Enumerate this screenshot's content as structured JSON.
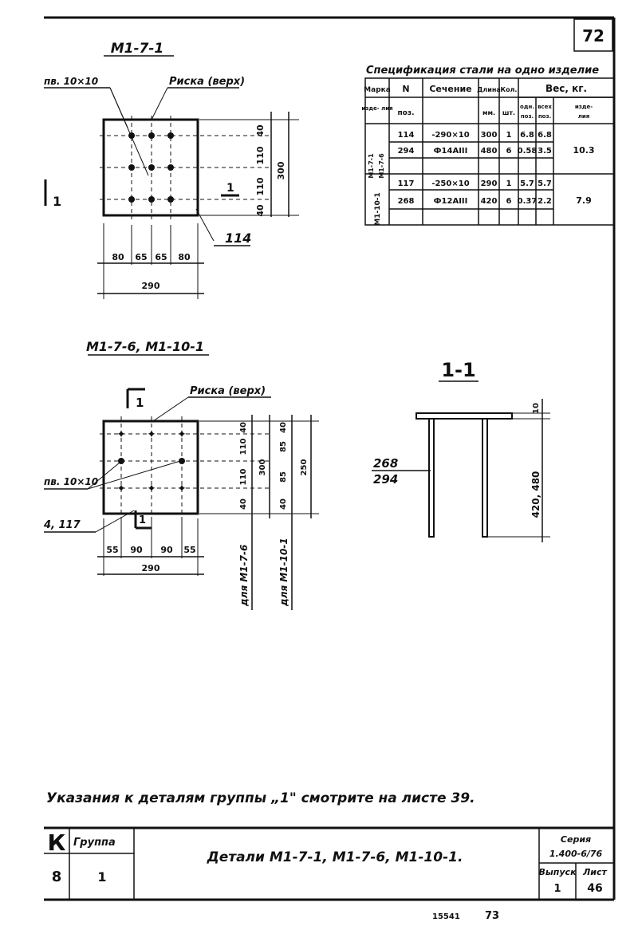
{
  "sheet_number": "72",
  "specification": {
    "title": "Спецификация стали на одно изделие",
    "headers": {
      "marka": "Марка",
      "izdeliya": "изде- лия",
      "n": "N",
      "poz": "поз.",
      "sechenie": "Сечение",
      "dlina": "Длина",
      "mm": "мм.",
      "kol": "Кол.",
      "sht": "шт.",
      "ves": "Вес, кг.",
      "odnoy": "одн.",
      "poz1": "поз.",
      "vseh": "всех",
      "poz2": "поз.",
      "izdel": "изде-",
      "izdel2": "лия"
    },
    "groups": [
      {
        "marks": [
          "М1-7-1",
          "М1-7-6"
        ],
        "rows": [
          {
            "poz": "114",
            "section": "-290×10",
            "length": "300",
            "qty": "1",
            "w_one": "6.8",
            "w_all": "6.8"
          },
          {
            "poz": "294",
            "section": "Ф14АIII",
            "length": "480",
            "qty": "6",
            "w_one": "0.58",
            "w_all": "3.5"
          }
        ],
        "total": "10.3"
      },
      {
        "marks": [
          "М1-10-1"
        ],
        "rows": [
          {
            "poz": "117",
            "section": "-250×10",
            "length": "290",
            "qty": "1",
            "w_one": "5.7",
            "w_all": "5.7"
          },
          {
            "poz": "268",
            "section": "Ф12АIII",
            "length": "420",
            "qty": "6",
            "w_one": "0.37",
            "w_all": "2.2"
          }
        ],
        "total": "7.9"
      }
    ]
  },
  "drawing1": {
    "title": "М1-7-1",
    "label_weld": "пв. 10×10",
    "label_mark": "Риска (верх)",
    "section_mark": "1",
    "pos_label": "114",
    "dims_bottom": [
      "80",
      "65",
      "65",
      "80"
    ],
    "dim_total": "290",
    "dims_right": [
      "40",
      "110",
      "110",
      "40"
    ],
    "dim_right_total": "300"
  },
  "drawing2": {
    "title": "М1-7-6, М1-10-1",
    "label_mark": "Риска (верх)",
    "label_weld": "пв. 10×10",
    "label_pos": "4, 117",
    "section_mark": "1",
    "dims_bottom": [
      "55",
      "90",
      "90",
      "55"
    ],
    "dim_total": "290",
    "dims_right_a": [
      "40",
      "110",
      "110",
      "40"
    ],
    "dim_right_a_total": "300",
    "dims_right_b": [
      "40",
      "85",
      "85",
      "40"
    ],
    "dim_right_b_total": "250",
    "note_a": "для М1-7-6",
    "note_b": "для М1-10-1"
  },
  "section": {
    "title": "1-1",
    "thickness": "10",
    "label_top": "268",
    "label_bottom": "294",
    "height": "420, 480"
  },
  "note": "Указания к деталям группы „1\" смотрите на листе 39.",
  "titleblock": {
    "k": "К",
    "gruppa_label": "Группа",
    "gruppa_value": "1",
    "k_value": "8",
    "title": "Детали М1-7-1, М1-7-6, М1-10-1.",
    "seriya_label": "Серия",
    "seriya_value": "1.400-6/76",
    "vypusk_label": "Выпуск",
    "vypusk_value": "1",
    "list_label": "Лист",
    "list_value": "46"
  },
  "footer": {
    "code": "15541",
    "num": "73"
  }
}
